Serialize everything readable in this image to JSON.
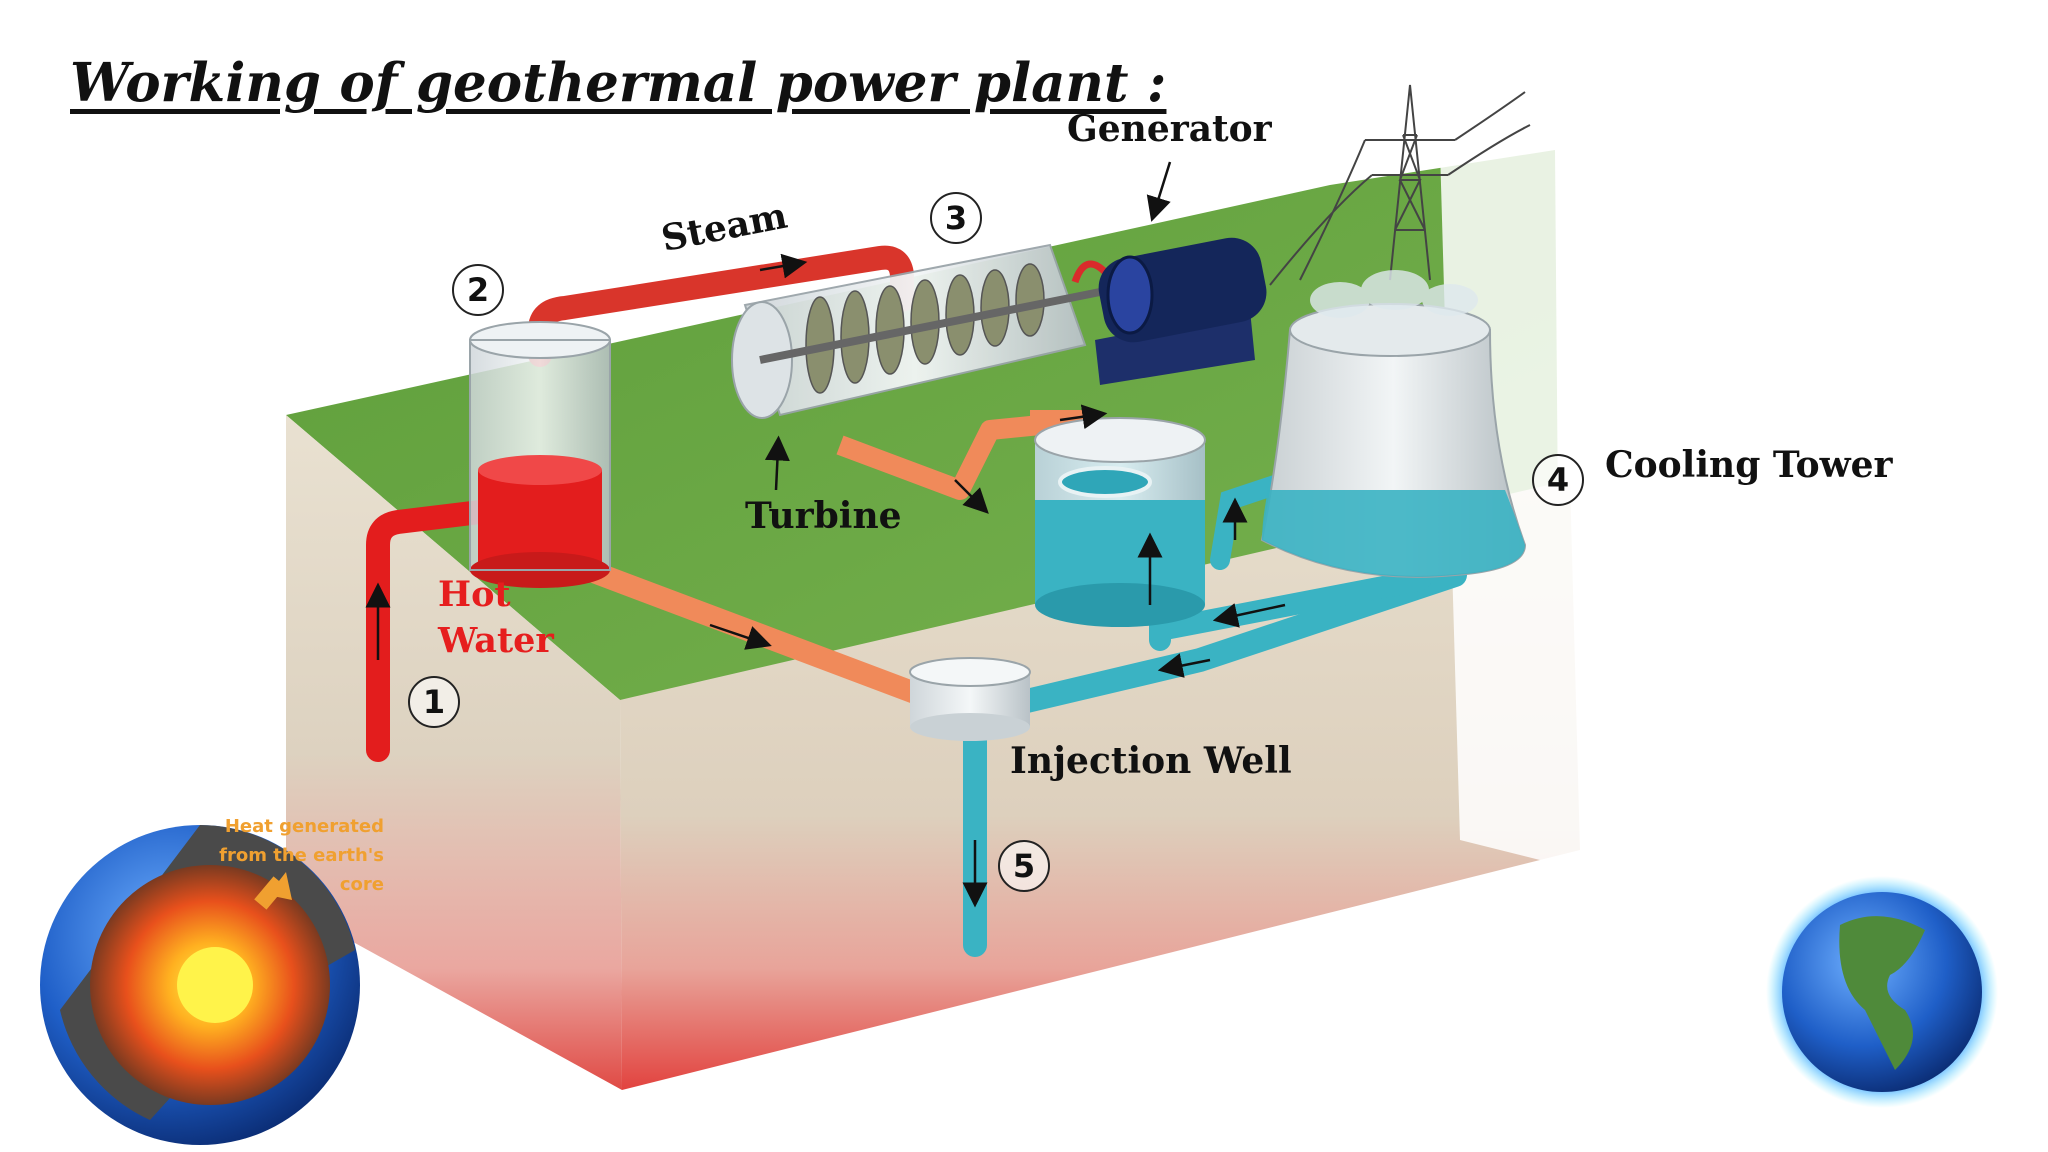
{
  "title": "Working of geothermal power plant :",
  "labels": {
    "generator": "Generator",
    "steam": "Steam",
    "turbine": "Turbine",
    "cooling_tower": "Cooling Tower",
    "hot": "Hot",
    "water": "Water",
    "injection_well": "Injection Well",
    "core_heat": "Heat generated from the earth's core"
  },
  "steps": [
    "1",
    "2",
    "3",
    "4",
    "5"
  ],
  "colors": {
    "hot_water": "#e31d1d",
    "steam_pipe": "#d9352b",
    "return_pipe": "#f08a5a",
    "cool_water": "#3ab3c3",
    "grass": "#5f9e3c",
    "soil": "#dcd2c0",
    "heat_glow": "#e8504c",
    "label_orange": "#f0a030"
  },
  "icons": [
    "earth-core-icon",
    "globe-icon",
    "transmission-tower-icon",
    "generator-icon",
    "turbine-icon",
    "cooling-tower-icon"
  ]
}
